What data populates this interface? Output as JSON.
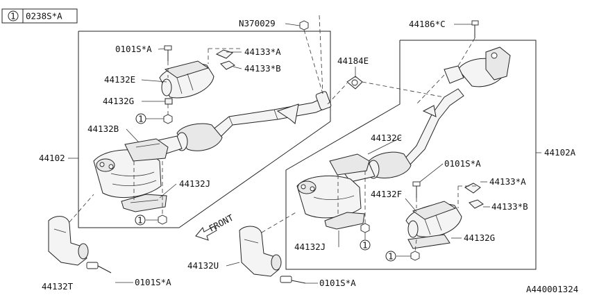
{
  "ref_box": {
    "num": "1",
    "code": "0238S*A"
  },
  "diagram_id": "A440001324",
  "front_label": "FRONT",
  "callouts": {
    "n370029": "N370029",
    "c0101s_top_left": "0101S*A",
    "c44133a_left": "44133*A",
    "c44133b_left": "44133*B",
    "c44132e": "44132E",
    "c44132g_left": "44132G",
    "c44132b": "44132B",
    "c44102": "44102",
    "c44132j_left": "44132J",
    "c44132t": "44132T",
    "c0101s_bottom_left": "0101S*A",
    "c44184e": "44184E",
    "c44186c": "44186*C",
    "c44132c": "44132C",
    "c44102a": "44102A",
    "c0101s_right": "0101S*A",
    "c44133a_right": "44133*A",
    "c44133b_right": "44133*B",
    "c44132f": "44132F",
    "c44132g_right": "44132G",
    "c44132j_right": "44132J",
    "c44132u": "44132U",
    "c0101s_bottom_mid": "0101S*A"
  },
  "circle_marks": [
    "1",
    "1",
    "1",
    "1"
  ]
}
